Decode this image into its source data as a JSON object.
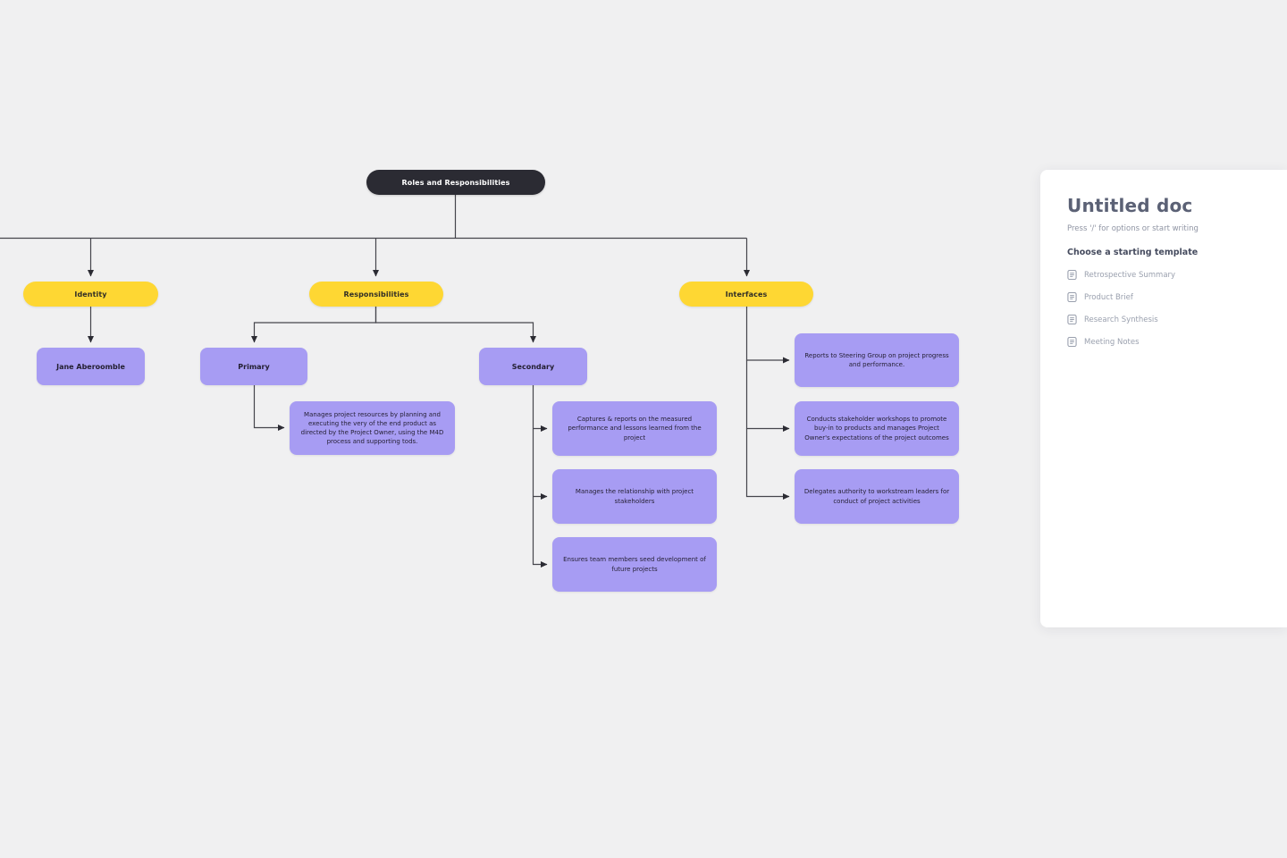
{
  "colors": {
    "background": "#f0f0f1",
    "root_node": "#2b2b33",
    "branch_node": "#fed733",
    "leaf_node": "#a79cf3",
    "connector": "#45454c",
    "panel_background": "#ffffff"
  },
  "diagram": {
    "root": "Roles and Responsibilities",
    "branches": {
      "identity": "Identity",
      "responsibilities": "Responsibilities",
      "interfaces": "Interfaces"
    },
    "identity_child": "Jane Aberoomble",
    "responsibilities_children": {
      "primary": "Primary",
      "secondary": "Secondary"
    },
    "primary_detail": "Manages project resources by planning and executing the very of the end product as directed by the Project Owner, using the M4D process and supporting tods.",
    "secondary_details": [
      "Captures & reports on the measured performance and lessons learned from the project",
      "Manages the relationship with project stakeholders",
      "Ensures team members seed development of future projects"
    ],
    "interfaces_details": [
      "Reports to Steering Group on project progress and performance.",
      "Conducts stakeholder workshops to promote buy-in to products and manages Project Owner's expectations of the project outcomes",
      "Delegates authority to workstream leaders for conduct of project activities"
    ]
  },
  "doc_panel": {
    "title": "Untitled doc",
    "placeholder_hint": "Press '/' for options or start writing",
    "templates_heading": "Choose a starting template",
    "templates": [
      {
        "icon": "doc-icon",
        "label": "Retrospective Summary"
      },
      {
        "icon": "doc-icon",
        "label": "Product Brief"
      },
      {
        "icon": "doc-icon",
        "label": "Research Synthesis"
      },
      {
        "icon": "doc-icon",
        "label": "Meeting Notes"
      }
    ]
  }
}
